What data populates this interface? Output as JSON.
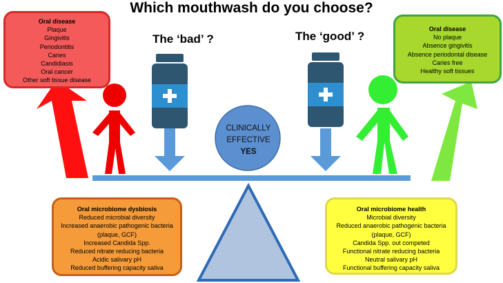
{
  "title": "Which mouthwash do you choose?",
  "bad_label": "The ‘bad’ ?",
  "good_label": "The ‘good’ ?",
  "center": {
    "line1": "CLINICALLY",
    "line2": "EFFECTIVE",
    "line3": "YES"
  },
  "boxes": {
    "oral_disease_left": {
      "heading": "Oral disease",
      "items": [
        "Plaque",
        "Gingivitis",
        "Periodontitis",
        "Caries",
        "Candidiasis",
        "Oral cancer",
        "Other soft tissue disease"
      ]
    },
    "oral_disease_right": {
      "heading": "Oral disease",
      "items": [
        "No plaque",
        "Absence gingivitis",
        "Absence periodontal disease",
        "Caries free",
        "Healthy soft tissues"
      ]
    },
    "dysbiosis": {
      "heading": "Oral microbiome dysbiosis",
      "items": [
        "Reduced microbial diversity",
        "Increased anaerobic pathogenic bacteria",
        "(plaque, GCF)",
        "Increased Candida Spp.",
        "Reduced nitrate reducing bacteria",
        "Acidic salivary pH",
        "Reduced buffering capacity saliva"
      ]
    },
    "health": {
      "heading": "Oral microbiome health",
      "items": [
        "Microbial diversity",
        "Reduced anaerobic pathogenic bacteria",
        "(plaque, GCF)",
        "Candida Spp. out competed",
        "Functional nitrate reducing bacteria",
        "Neutral salivary pH",
        "Functional buffering capacity saliva"
      ]
    }
  },
  "colors": {
    "red_box_fill": "#f55a5a",
    "red_box_border": "#d42a2a",
    "green_box_fill": "#a8d82e",
    "green_box_border": "#3ea63e",
    "orange_box_fill": "#f59b3a",
    "orange_box_border": "#c5601a",
    "yellow_box_fill": "#ffff40",
    "yellow_box_border": "#e0d84a",
    "red_figure": "#ee0000",
    "green_figure": "#33ee33",
    "bottle_dark": "#2f5671",
    "bottle_light": "#2e8fd0",
    "down_arrow": "#5b9ad8",
    "seesaw_blue": "#5b9ad8",
    "triangle_fill": "#b0c4e0",
    "triangle_border": "#2e6bb5",
    "circle_fill": "#5b8fd0",
    "red_arrow": "#ff1010",
    "green_arrow": "#7ee840"
  },
  "icons": {
    "bottle_left": "medicine-bottle-icon",
    "bottle_right": "medicine-bottle-icon",
    "figure_left": "person-icon",
    "figure_right": "person-icon"
  }
}
